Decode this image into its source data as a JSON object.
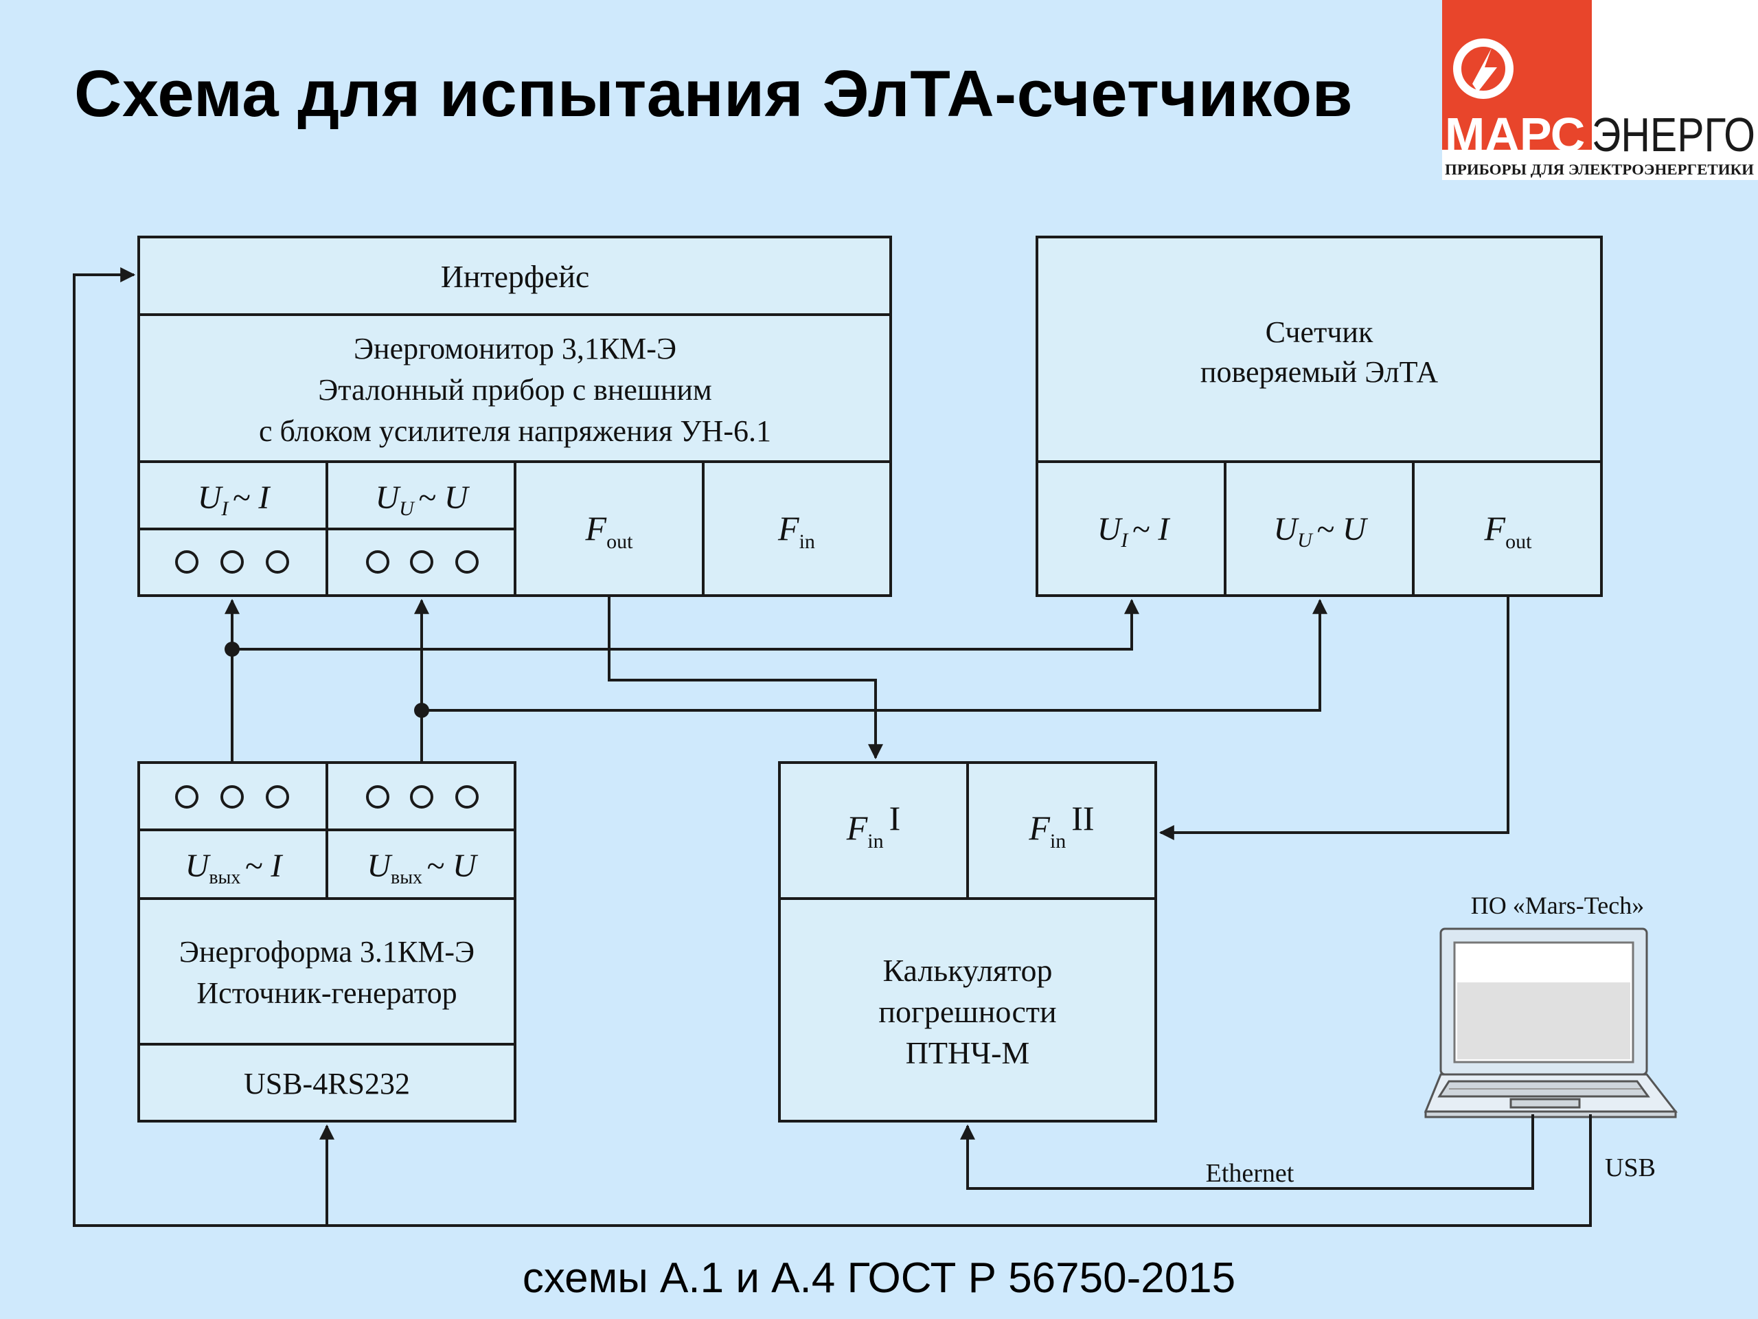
{
  "title": "Схема для испытания ЭлТА-счетчиков",
  "logo": {
    "brand_left": "МАРС",
    "brand_right": "ЭНЕРГО",
    "tagline": "ПРИБОРЫ ДЛЯ ЭЛЕКТРОЭНЕРГЕТИКИ",
    "red": "#e8452b"
  },
  "energomonitor": {
    "interface_label": "Интерфейс",
    "lines": [
      "Энергомонитор 3,1КМ-Э",
      "Эталонный прибор с внешним",
      "с блоком усилителя напряжения УН-6.1"
    ],
    "ports": {
      "f_out_main": "F",
      "f_out_sub": "out",
      "f_in_main": "F",
      "f_in_sub": "in"
    }
  },
  "meter": {
    "lines": [
      "Счетчик",
      "поверяемый ЭлТА"
    ],
    "ports": {
      "f_out_main": "F",
      "f_out_sub": "out"
    }
  },
  "energoforma": {
    "lines": [
      "Энергоформа 3.1КМ-Э",
      "Источник-генератор"
    ],
    "usb_label": "USB-4RS232",
    "out_sub": "вых"
  },
  "calculator": {
    "lines": [
      "Калькулятор",
      "погрешности",
      "ПТНЧ-М"
    ],
    "fin1_main": "F",
    "fin1_sub": "in",
    "fin1_suffix": "I",
    "fin2_main": "F",
    "fin2_sub": "in",
    "fin2_suffix": "II"
  },
  "symbols": {
    "u": "U",
    "i_sub": "I",
    "u_sub": "U",
    "tilde_i": "~ I",
    "tilde_u": "~ U"
  },
  "laptop": {
    "label": "ПО «Mars-Tech»"
  },
  "connections": {
    "ethernet": "Ethernet",
    "usb": "USB"
  },
  "caption": "схемы А.1 и А.4 ГОСТ Р 56750-2015",
  "colors": {
    "background": "#cfe9fc",
    "box_fill": "#d9eef9",
    "line": "#1a1a1a"
  }
}
